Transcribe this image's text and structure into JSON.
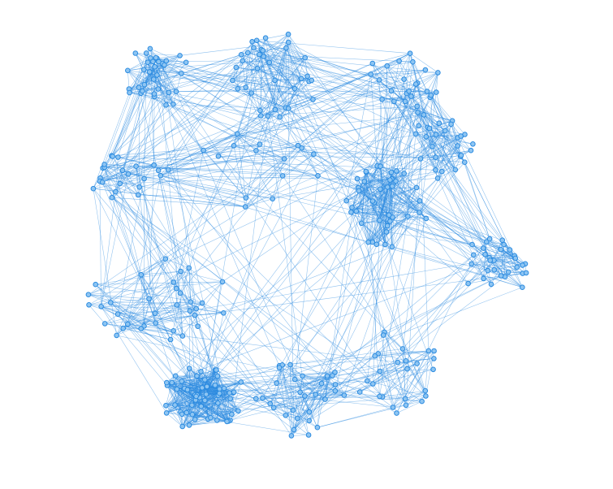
{
  "graph": {
    "type": "network",
    "layout": "force-directed",
    "node_count": 378,
    "colors": {
      "edge": "#2b8be0",
      "node_fill": "#8ec5f2",
      "node_stroke": "#2b8be0",
      "background": "#ffffff"
    },
    "communities": [
      {
        "id": "top-left",
        "nodes": 34
      },
      {
        "id": "top-center",
        "nodes": 36
      },
      {
        "id": "top-right",
        "nodes": 22
      },
      {
        "id": "left-small",
        "nodes": 20
      },
      {
        "id": "center-right",
        "nodes": 40
      },
      {
        "id": "right",
        "nodes": 30
      },
      {
        "id": "mid-left",
        "nodes": 34
      },
      {
        "id": "lower-left-dense",
        "nodes": 56
      },
      {
        "id": "lower-middle",
        "nodes": 32
      },
      {
        "id": "lower-right",
        "nodes": 26
      },
      {
        "id": "middle-sparse",
        "nodes": 18
      },
      {
        "id": "mid-lower-right",
        "nodes": 30
      }
    ]
  }
}
